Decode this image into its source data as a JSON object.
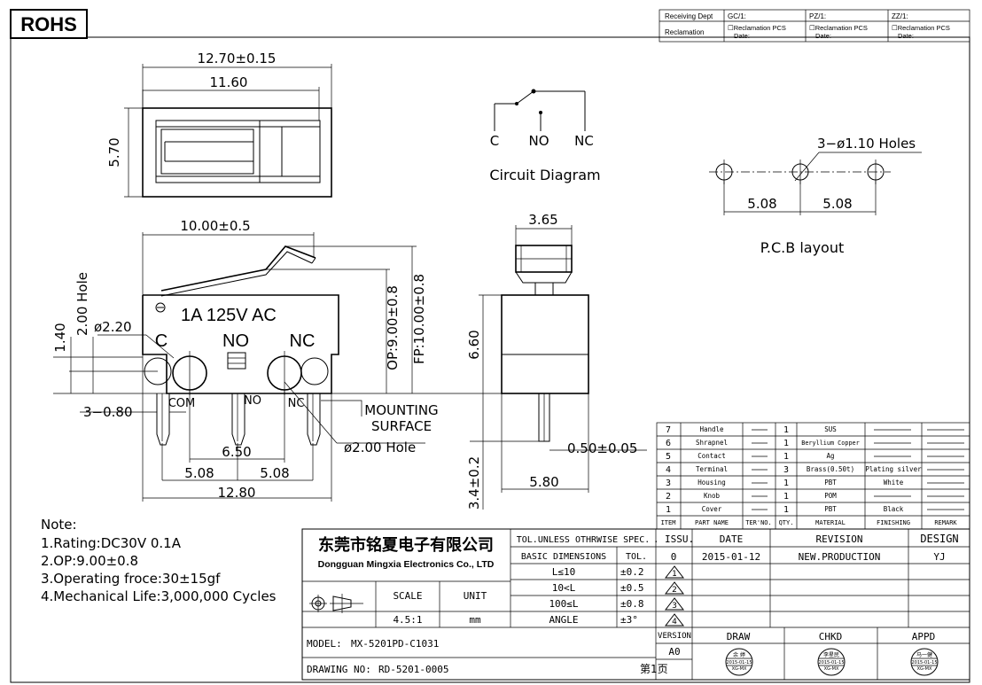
{
  "rohs": "ROHS",
  "approval": {
    "receiving_dept": "Receiving Dept",
    "reclamation": "Reclamation",
    "columns": [
      {
        "head": "GC/1:",
        "line1": "☐Reclamation  PCS",
        "line2": "Date:"
      },
      {
        "head": "PZ/1:",
        "line1": "☐Reclamation  PCS",
        "line2": "Date:"
      },
      {
        "head": "ZZ/1:",
        "line1": "☐Reclamation  PCS",
        "line2": "Date:"
      }
    ]
  },
  "top_view": {
    "dim_overall": "12.70±0.15",
    "dim_body": "11.60",
    "dim_height": "5.70"
  },
  "front_view": {
    "dim_lever": "10.00±0.5",
    "rating": "1A 125V AC",
    "label_c": "C",
    "label_no": "NO",
    "label_nc": "NC",
    "dim_hole_dia": "ø2.20",
    "dim_hole_label": "2.00  Hole",
    "dim_140": "1.40",
    "dim_op": "OP:9.00±0.8",
    "dim_fp": "FP:10.00±0.8",
    "pin_com": "COM",
    "pin_no": "NO",
    "pin_nc": "NC",
    "mounting": "MOUNTING",
    "surface": "SURFACE",
    "dim_hole2": "ø2.00  Hole",
    "dim_pin_w": "3−0.80",
    "dim_650": "6.50",
    "dim_508a": "5.08",
    "dim_508b": "5.08",
    "dim_1280": "12.80"
  },
  "side_view": {
    "dim_365": "3.65",
    "dim_660": "6.60",
    "dim_pin": "0.50±0.05",
    "dim_580": "5.80",
    "dim_34": "3.4±0.2"
  },
  "circuit": {
    "c": "C",
    "no": "NO",
    "nc": "NC",
    "title": "Circuit  Diagram"
  },
  "pcb": {
    "holes": "3−ø1.10  Holes",
    "dim1": "5.08",
    "dim2": "5.08",
    "title": "P.C.B  layout"
  },
  "notes": {
    "title": "Note:",
    "items": [
      "1.Rating:DC30V  0.1A",
      "2.OP:9.00±0.8",
      "3.Operating  froce:30±15gf",
      "4.Mechanical  Life:3,000,000  Cycles"
    ]
  },
  "bom": {
    "headers": [
      "ITEM",
      "PART NAME",
      "TER'NO.",
      "QTY.",
      "MATERIAL",
      "FINISHING",
      "REMARK"
    ],
    "rows": [
      {
        "item": "7",
        "part": "Handle",
        "qty": "1",
        "material": "SUS",
        "finishing": ""
      },
      {
        "item": "6",
        "part": "Shrapnel",
        "qty": "1",
        "material": "Beryllium Copper",
        "finishing": ""
      },
      {
        "item": "5",
        "part": "Contact",
        "qty": "1",
        "material": "Ag",
        "finishing": ""
      },
      {
        "item": "4",
        "part": "Terminal",
        "qty": "3",
        "material": "Brass(0.50t)",
        "finishing": "Plating silver"
      },
      {
        "item": "3",
        "part": "Housing",
        "qty": "1",
        "material": "PBT",
        "finishing": "White"
      },
      {
        "item": "2",
        "part": "Knob",
        "qty": "1",
        "material": "POM",
        "finishing": ""
      },
      {
        "item": "1",
        "part": "Cover",
        "qty": "1",
        "material": "PBT",
        "finishing": "Black"
      }
    ]
  },
  "title_block": {
    "company_cn": "东莞市铭夏电子有限公司",
    "company_en": "Dongguan Mingxia Electronics Co., LTD",
    "tol_title": "TOL.UNLESS OTHRWISE SPEC.",
    "basic_dims": "BASIC DIMENSIONS",
    "tol": "TOL.",
    "tol_rows": [
      {
        "range": "L≤10",
        "value": "±0.2"
      },
      {
        "range": "10<L",
        "value": "±0.5"
      },
      {
        "range": "100≤L",
        "value": "±0.8"
      },
      {
        "range": "ANGLE",
        "value": "±3°"
      }
    ],
    "scale_label": "SCALE",
    "scale_value": "4.5:1",
    "unit_label": "UNIT",
    "unit_value": "mm",
    "model_label": "MODEL:",
    "model_value": "MX-5201PD-C1031",
    "drawing_label": "DRAWING NO:",
    "drawing_value": "RD-5201-0005",
    "page": "第1页",
    "issu": ". ISSU.",
    "date_h": "DATE",
    "revision_h": "REVISION",
    "design_h": "DESIGN",
    "rev_issue": "0",
    "rev_date": "2015-01-12",
    "rev_text": "NEW.PRODUCTION",
    "rev_design": "YJ",
    "triangles": [
      "1",
      "2",
      "3",
      "4"
    ],
    "version_label": "VERSION",
    "version_value": "A0",
    "draw": "DRAW",
    "chkd": "CHKD",
    "appd": "APPD",
    "stamps": [
      {
        "name": "余 婷",
        "date": "2015-01-15",
        "org": "XG-MX"
      },
      {
        "name": "李星民",
        "date": "2015-01-15",
        "org": "XG-MX"
      },
      {
        "name": "马一健",
        "date": "2015-01-15",
        "org": "XG-MX"
      }
    ]
  }
}
